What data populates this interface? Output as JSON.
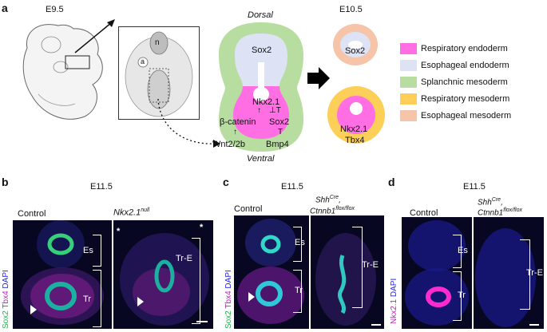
{
  "panel_a": {
    "letter": "a",
    "stage_left": "E9.5",
    "stage_right": "E10.5",
    "inset_labels": {
      "n": "n",
      "a": "a"
    },
    "axis_top": "Dorsal",
    "axis_bottom": "Ventral",
    "center_labels": {
      "sox2": "Sox2",
      "nkx21": "Nkx2.1",
      "sox2_b": "Sox2",
      "bcatenin": "β-catenin",
      "wnt": "Wnt2/2b",
      "bmp4": "Bmp4",
      "inhibit": "⊥T",
      "tee": "T"
    },
    "right_top_label": "Sox2",
    "right_bottom_labels": {
      "nkx": "Nkx2.1",
      "tbx": "Tbx4"
    },
    "legend": [
      {
        "label": "Respiratory endoderm",
        "color": "#ff6fe3"
      },
      {
        "label": "Esophageal endoderm",
        "color": "#dde3f4"
      },
      {
        "label": "Splanchnic mesoderm",
        "color": "#b7dea0"
      },
      {
        "label": "Respiratory mesoderm",
        "color": "#fbcf58"
      },
      {
        "label": "Esophageal mesoderm",
        "color": "#f6c4a8"
      }
    ]
  },
  "panel_b": {
    "letter": "b",
    "stage": "E11.5",
    "col_left": "Control",
    "col_right_main": "Nkx2.1",
    "col_right_sup": "null",
    "channels": {
      "dapi": "DAPI",
      "tbx4": "Tbx4",
      "sox2": "Sox2"
    },
    "labels": {
      "es": "Es",
      "tr": "Tr",
      "tre": "Tr-E",
      "asterisk": "*"
    }
  },
  "panel_c": {
    "letter": "c",
    "stage": "E11.5",
    "col_left": "Control",
    "col_right_line1_main": "Shh",
    "col_right_line1_sup": "Cre",
    "col_right_line2_main": "Ctnnb1",
    "col_right_line2_sup": "flox/flox",
    "channels": {
      "dapi": "DAPI",
      "tbx4": "Tbx4",
      "sox2": "Sox2"
    },
    "labels": {
      "es": "Es",
      "tr": "Tr",
      "tre": "Tr-E"
    }
  },
  "panel_d": {
    "letter": "d",
    "stage": "E11.5",
    "col_left": "Control",
    "col_right_line1_main": "Shh",
    "col_right_line1_sup": "Cre",
    "col_right_line2_main": "Ctnnb1",
    "col_right_line2_sup": "flox/flox",
    "channels": {
      "dapi": "DAPI",
      "nkx": "Nkx2.1"
    },
    "labels": {
      "es": "Es",
      "tr": "Tr",
      "tre": "Tr-E"
    }
  }
}
